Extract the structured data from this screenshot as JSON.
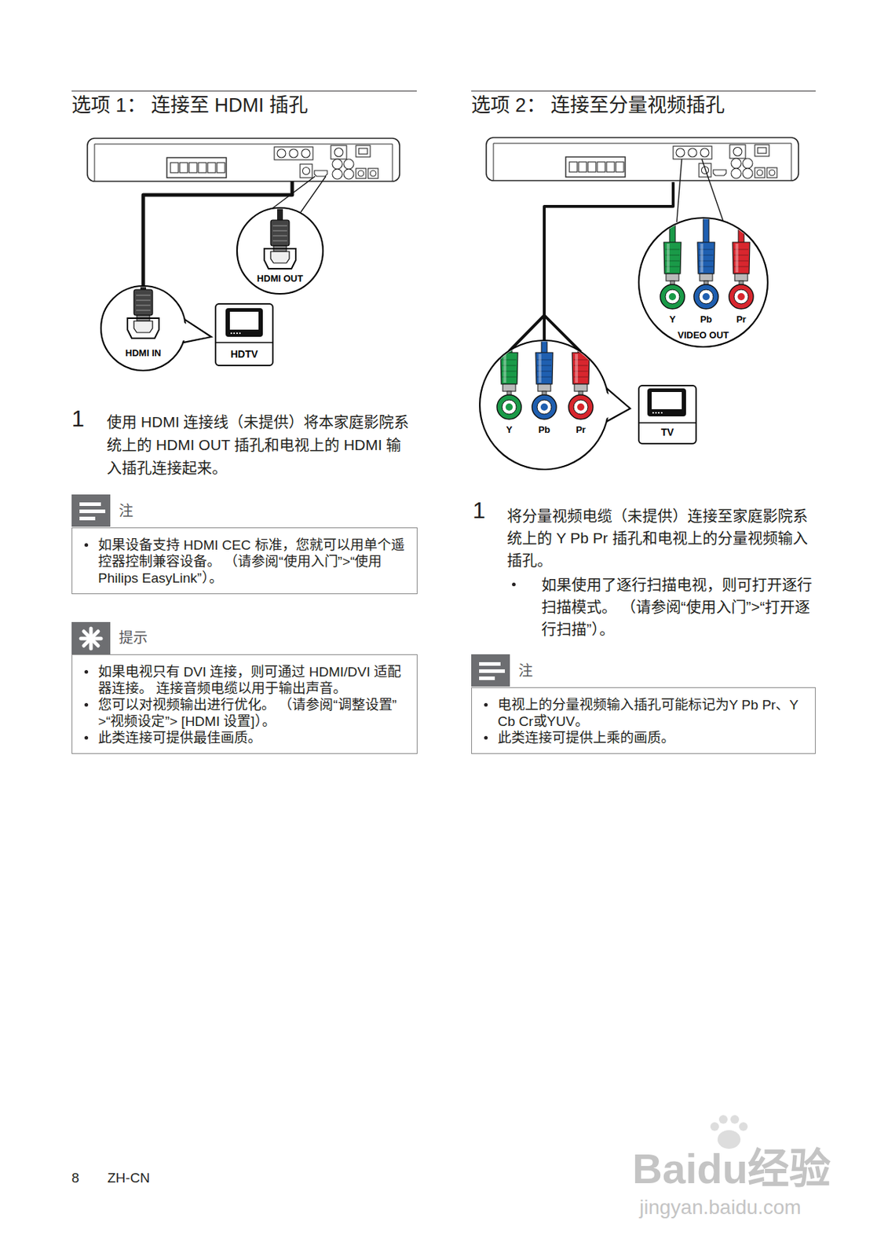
{
  "diagram": {
    "nodes": [
      {
        "text": [
          "HDMI OUT"
        ]
      },
      {
        "text": [
          "HDMI IN"
        ]
      },
      {
        "text": [
          "HDTV"
        ]
      },
      {
        "text": [
          "注",
          "如果设备支持 HDMI CEC 标准，您就可以用单个遥控器控制兼容设备。 （请参阅“使用入门”>“使用 Philips EasyLink”）。"
        ]
      },
      {
        "text": [
          "提示",
          "如果电视只有 DVI 连接，则可通过 HDMI/DVI 适配器连接。 连接音频电缆以用于输出声音。",
          "您可以对视频输出进行优化。 （请参阅“调整设置”>“视频设定”> [HDMI 设置]）。",
          "此类连接可提供最佳画质。"
        ]
      },
      {
        "text": [
          "Y",
          "Pb",
          "Pr",
          "VIDEO OUT"
        ]
      },
      {
        "text": [
          "Y",
          "Pb",
          "Pr"
        ]
      },
      {
        "text": [
          "TV"
        ]
      },
      {
        "text": [
          "注",
          "电视上的分量视频输入插孔可能标记为Y Pb Pr、Y Cb Cr或YUV。",
          "此类连接可提供上乘的画质。"
        ]
      }
    ],
    "labels": [
      "选项 1： 连接至 HDMI 插孔",
      "1",
      "使用 HDMI 连接线（未提供）将本家庭影院系统上的 HDMI OUT 插孔和电视上的 HDMI 输入插孔连接起来。",
      "选项 2： 连接至分量视频插孔",
      "1",
      "将分量视频电缆（未提供）连接至家庭影院系统上的 Y Pb Pr 插孔和电视上的分量视频输入插孔。",
      "如果使用了逐行扫描电视，则可打开逐行扫描模式。 （请参阅“使用入门”>“打开逐行扫描”）。",
      "8",
      "ZH-CN",
      "Baidu经验",
      "jingyan.baidu.com"
    ]
  }
}
